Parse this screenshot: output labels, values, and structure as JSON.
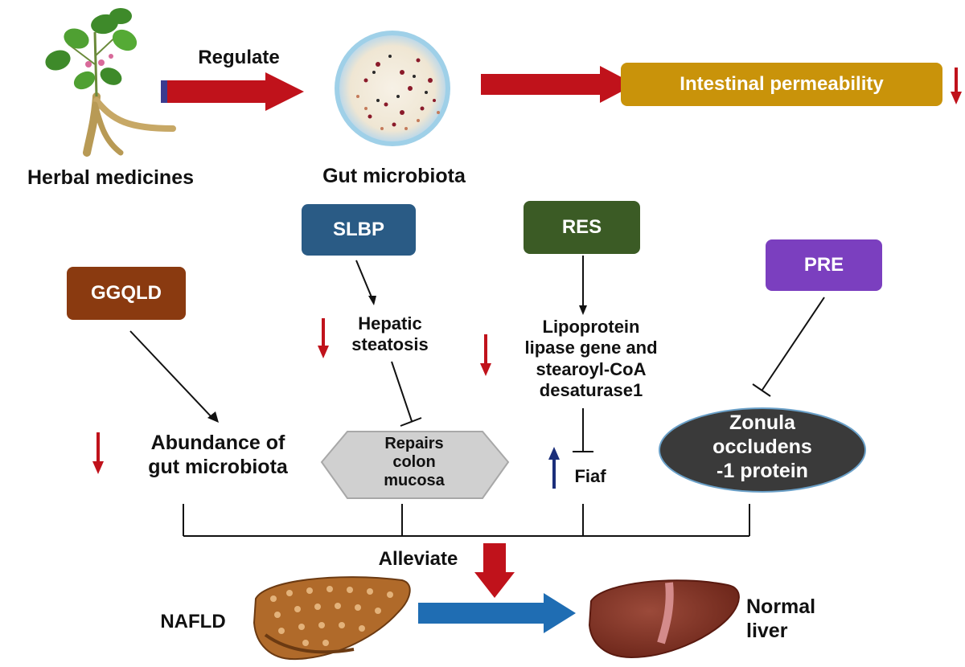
{
  "labels": {
    "herbal": "Herbal medicines",
    "regulate": "Regulate",
    "gut_microbiota": "Gut microbiota",
    "intestinal_permeability": "Intestinal permeability",
    "slbp": "SLBP",
    "res": "RES",
    "pre": "PRE",
    "ggqld": "GGQLD",
    "hepatic_steatosis": [
      "Hepatic",
      "steatosis"
    ],
    "lipoprotein": [
      "Lipoprotein",
      "lipase gene and",
      "stearoyl-CoA",
      "desaturase1"
    ],
    "abundance": [
      "Abundance of",
      "gut microbiota"
    ],
    "repairs": [
      "Repairs",
      "colon",
      "mucosa"
    ],
    "fiaf": "Fiaf",
    "zonula": [
      "Zonula",
      "occludens",
      "-1 protein"
    ],
    "alleviate": "Alleviate",
    "nafld": "NAFLD",
    "normal_liver": [
      "Normal",
      "liver"
    ]
  },
  "colors": {
    "red_arrow": "#c0121b",
    "blue_arrow": "#1f6db3",
    "intestinal_box": "#c9930a",
    "slbp_box": "#2a5b85",
    "res_box": "#3b5b25",
    "pre_box": "#7b3fbf",
    "ggqld_box": "#8a3a10",
    "hex_fill": "#d0d0d0",
    "ellipse_fill": "#3a3a3a",
    "up_arrow": "#1b2f7a"
  },
  "icons": [
    "herb-plant-icon",
    "petri-dish-icon",
    "fatty-liver-icon",
    "normal-liver-icon"
  ]
}
